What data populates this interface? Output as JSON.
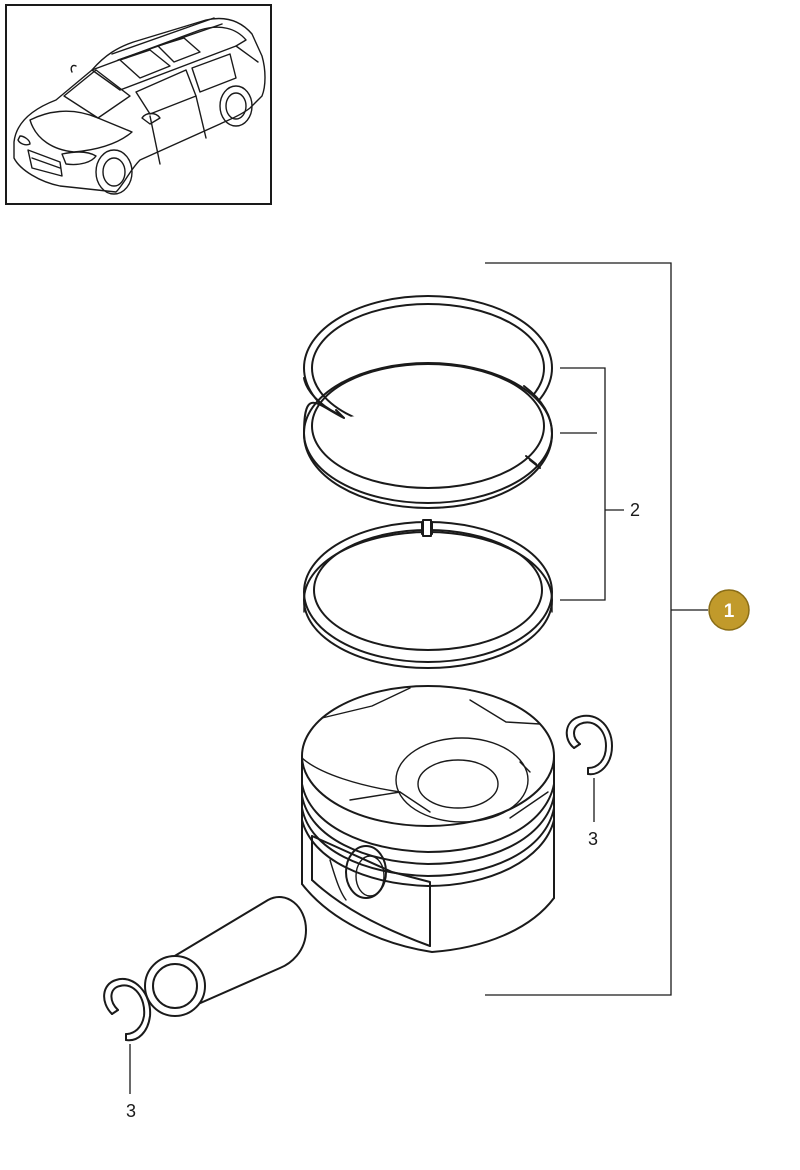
{
  "callouts": {
    "piston_assembly": "1",
    "piston_rings": "2",
    "circlip_right": "3",
    "circlip_left": "3"
  },
  "colors": {
    "badge_fill": "#c19a2b",
    "badge_border": "#8a6d16",
    "line": "#1a1a1a"
  },
  "icons": {
    "vehicle_thumbnail": "suv-vehicle-icon"
  }
}
